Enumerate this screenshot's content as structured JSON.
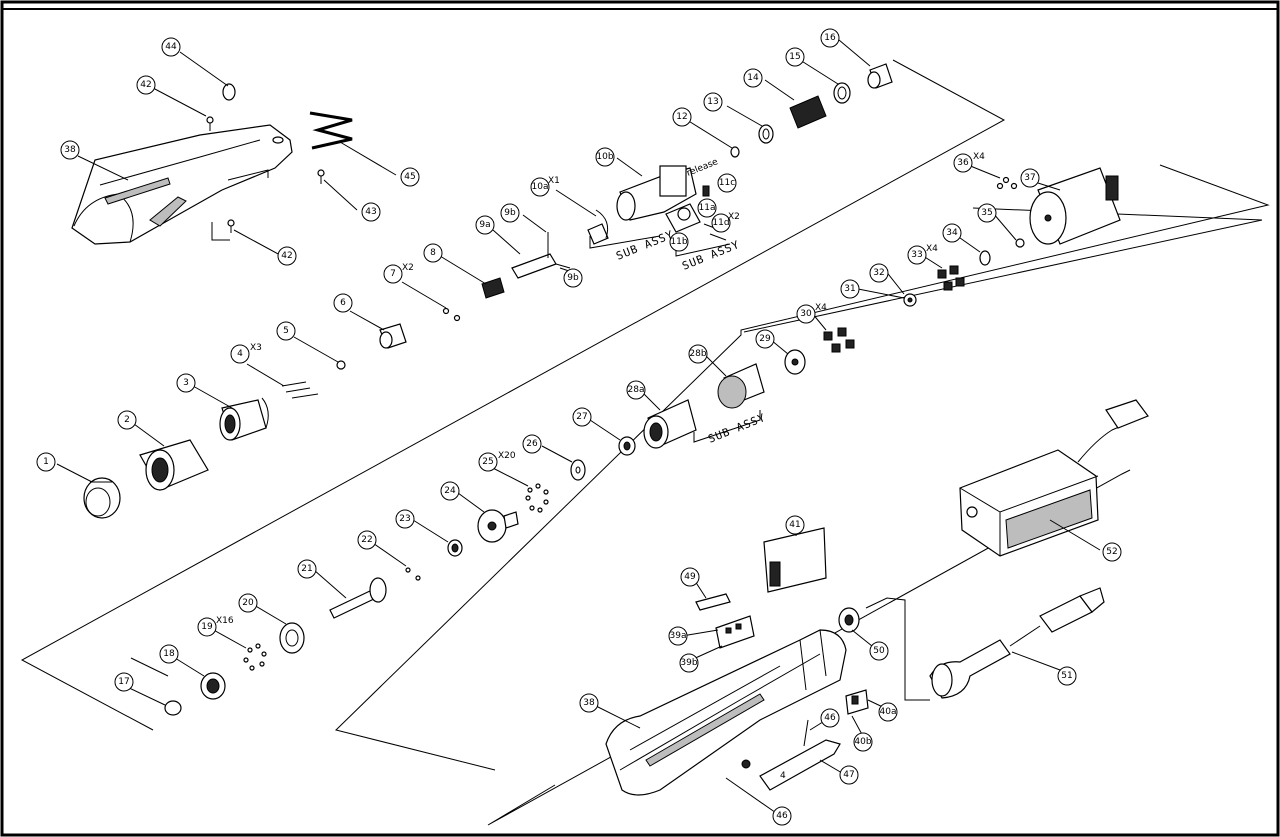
{
  "callouts": {
    "c1": "1",
    "c2": "2",
    "c3": "3",
    "c4": "4",
    "c5": "5",
    "c6": "6",
    "c7": "7",
    "c8": "8",
    "c9a": "9a",
    "c9b": "9b",
    "c9b2": "9b",
    "c10a": "10a",
    "c10b": "10b",
    "c11a": "11a",
    "c11b": "11b",
    "c11c": "11c",
    "c11d": "11d",
    "c12": "12",
    "c13": "13",
    "c14": "14",
    "c15": "15",
    "c16": "16",
    "c17": "17",
    "c18": "18",
    "c19": "19",
    "c20": "20",
    "c21": "21",
    "c22": "22",
    "c23": "23",
    "c24": "24",
    "c25": "25",
    "c26": "26",
    "c27": "27",
    "c28a": "28a",
    "c28b": "28b",
    "c29": "29",
    "c30": "30",
    "c31": "31",
    "c32": "32",
    "c33": "33",
    "c34": "34",
    "c35": "35",
    "c36": "36",
    "c37": "37",
    "c38a": "38",
    "c38b": "38",
    "c39a": "39a",
    "c39b": "39b",
    "c40a": "40a",
    "c40b": "40b",
    "c41": "41",
    "c42a": "42",
    "c42b": "42",
    "c43": "43",
    "c44": "44",
    "c45": "45",
    "c46a": "46",
    "c46b": "46",
    "c47": "47",
    "c49": "49",
    "c50": "50",
    "c51": "51",
    "c52": "52"
  },
  "quantities": {
    "q4": "X3",
    "q7": "X2",
    "q10a": "X1",
    "q11d": "X2",
    "q19": "X16",
    "q25": "X20",
    "q30": "X4",
    "q33": "X4",
    "q36": "X4"
  },
  "notes": {
    "release": "release",
    "sub_assy_1": "SUB ASSY",
    "sub_assy_2": "SUB ASSY",
    "sub_assy_3": "SUB ASSY"
  }
}
